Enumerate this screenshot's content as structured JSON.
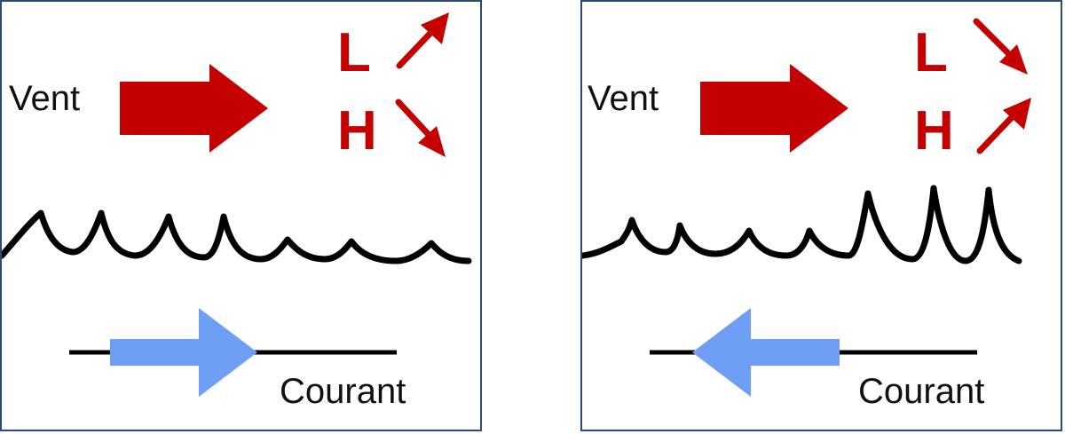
{
  "panels": [
    {
      "wind_label": "Vent",
      "current_label": "Courant",
      "low_letter": "L",
      "high_letter": "H",
      "current_direction": "right"
    },
    {
      "wind_label": "Vent",
      "current_label": "Courant",
      "low_letter": "L",
      "high_letter": "H",
      "current_direction": "left"
    }
  ],
  "colors": {
    "wind_arrow": "#c40000",
    "current_arrow": "#6f9ff5",
    "wave_line": "#000000",
    "panel_border": "#2f4a7a"
  }
}
